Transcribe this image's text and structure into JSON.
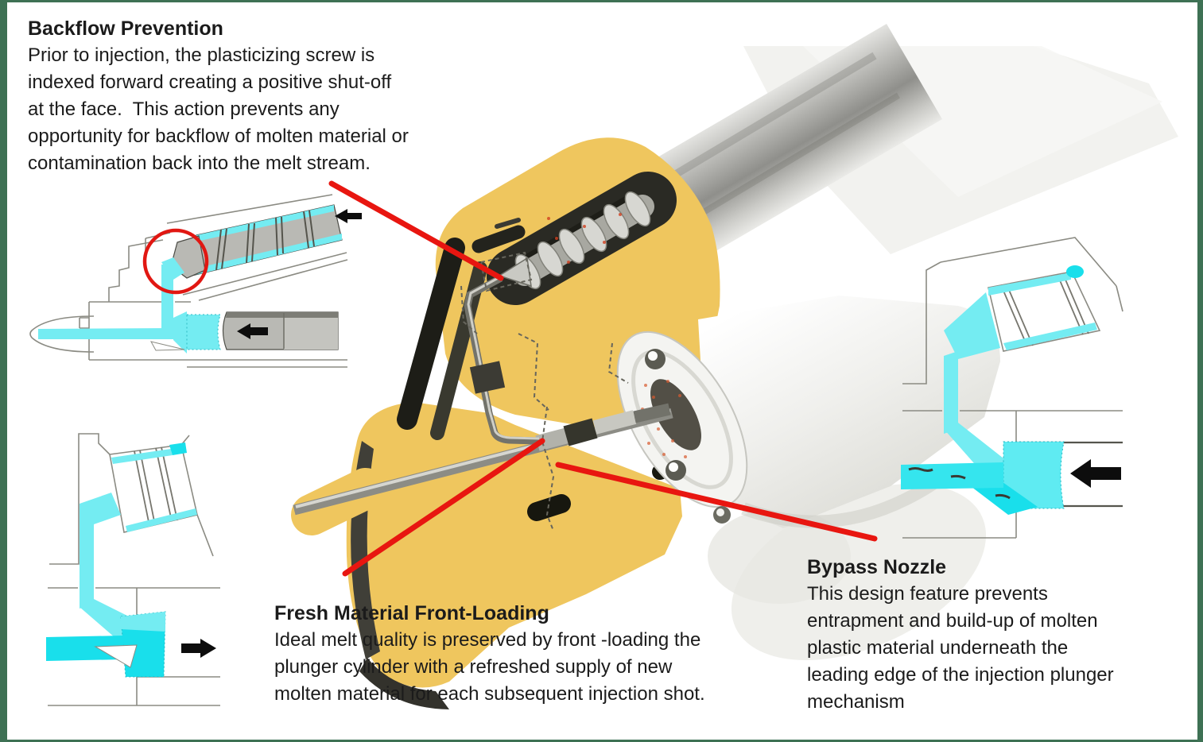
{
  "page": {
    "border_color": "#3e7154",
    "background_color": "#ffffff"
  },
  "annotations": {
    "backflow_prevention": {
      "title": "Backflow Prevention",
      "body": "Prior to injection, the plasticizing screw is\nindexed forward creating a positive shut-off\nat the face.  This action prevents any\nopportunity for backflow of molten material or\ncontamination back into the melt stream."
    },
    "fresh_material_front_loading": {
      "title": "Fresh Material Front-Loading",
      "body": "Ideal melt quality is preserved by front -loading the\nplunger cylinder with a refreshed supply of new\nmolten material for each subsequent injection shot."
    },
    "bypass_nozzle": {
      "title": "Bypass Nozzle",
      "body": "This design feature prevents\nentrapment and build-up of molten\nplastic material underneath the\nleading edge of the injection plunger\nmechanism"
    }
  },
  "colors": {
    "melt_bright_cyan": "#19dfeb",
    "melt_light_cyan": "#74ecf2",
    "body_yellow": "#efc65e",
    "annotation_red": "#e81610",
    "steel_gray": "#b9b9b4",
    "outline_gray": "#8b8b83",
    "arrow_black": "#0d0d0d",
    "text_black": "#1b1b1b"
  }
}
